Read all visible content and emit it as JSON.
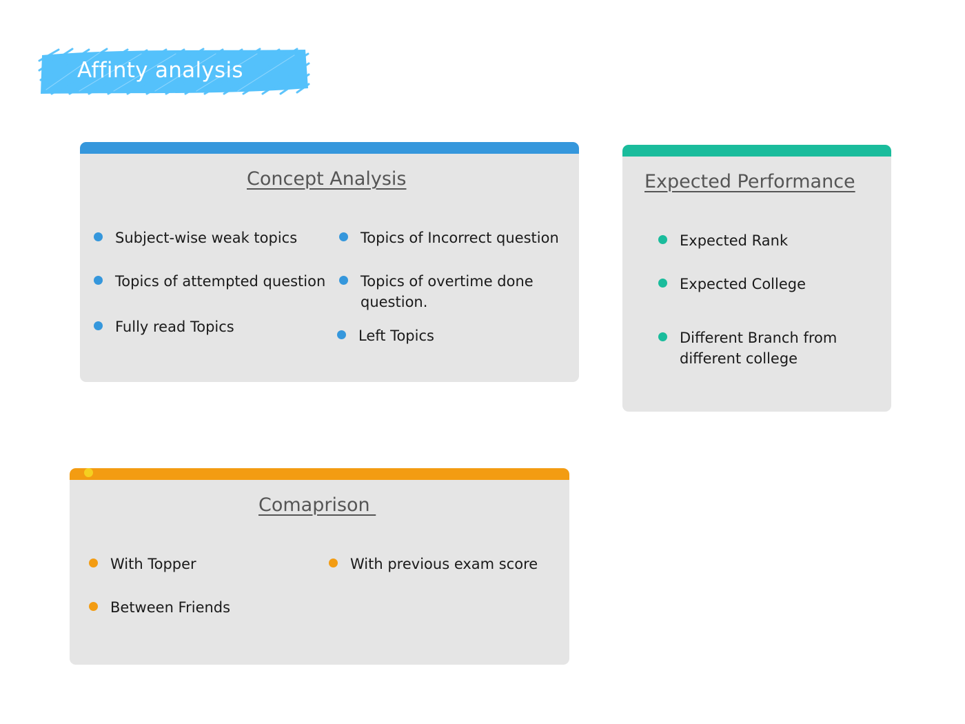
{
  "page": {
    "title": "Affinty analysis"
  },
  "colors": {
    "highlight_blue": "#4fc3f7",
    "concept_accent": "#3597dc",
    "performance_accent": "#1abc9c",
    "comparison_accent": "#f39c12",
    "card_background": "#e5e5e5",
    "card_title": "#555555"
  },
  "concept": {
    "title": "Concept Analysis",
    "items": [
      "Subject-wise weak topics",
      "Topics of attempted question",
      "Fully read Topics",
      "Topics of Incorrect question",
      "Topics of overtime done question.",
      "Left Topics"
    ]
  },
  "performance": {
    "title": "Expected Performance",
    "items": [
      "Expected Rank",
      "Expected College",
      "Different Branch from different college"
    ]
  },
  "comparison": {
    "title": "Comaprison ",
    "items": [
      "With Topper",
      "Between Friends",
      "With previous exam score"
    ]
  }
}
